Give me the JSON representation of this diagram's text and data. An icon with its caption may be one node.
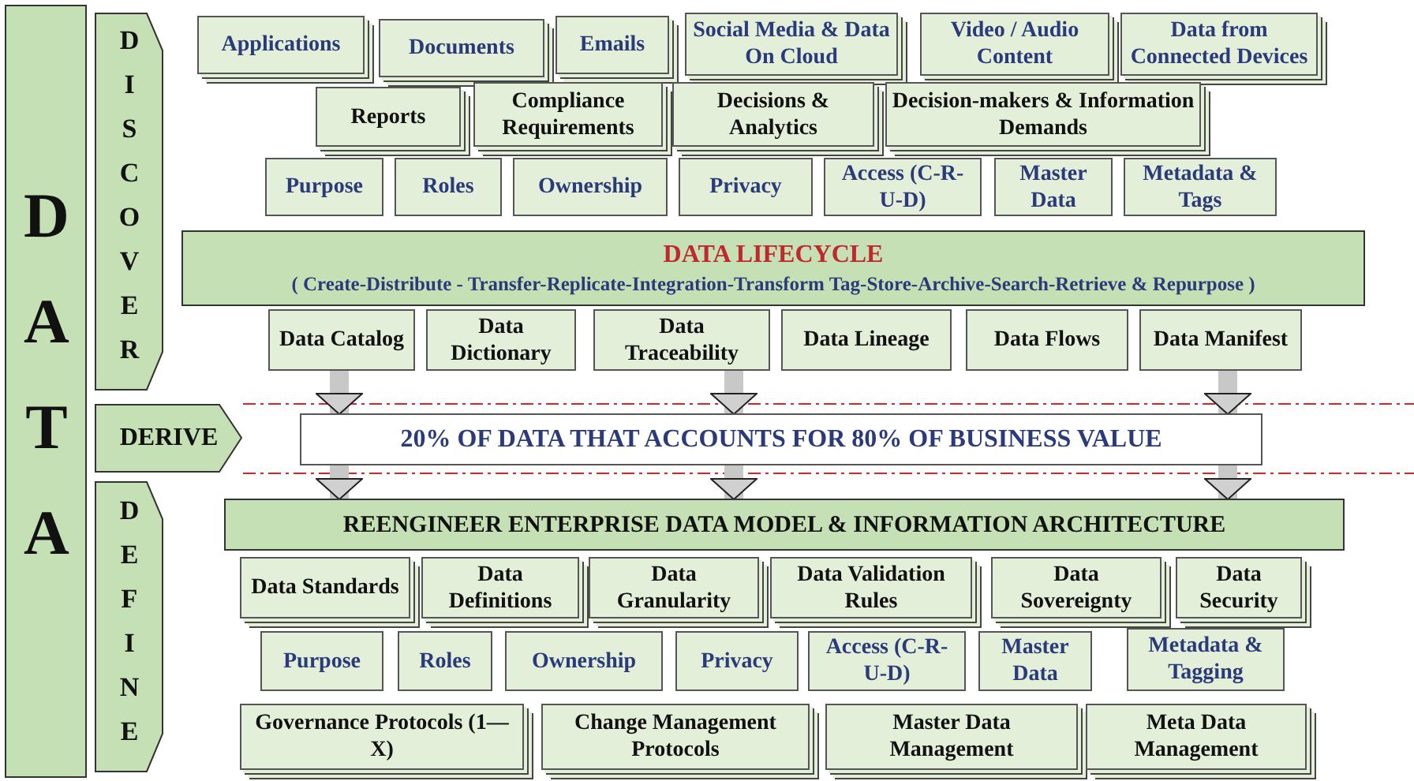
{
  "diagram": {
    "nodes": [
      {
        "text": [
          "DATA"
        ]
      },
      {
        "text": [
          "DISCOVER"
        ]
      },
      {
        "text": [
          "Applications"
        ]
      },
      {
        "text": [
          "Documents"
        ]
      },
      {
        "text": [
          "Emails"
        ]
      },
      {
        "text": [
          "Social Media & Data On Cloud"
        ]
      },
      {
        "text": [
          "Video / Audio Content"
        ]
      },
      {
        "text": [
          "Data from Connected Devices"
        ]
      },
      {
        "text": [
          "Reports"
        ]
      },
      {
        "text": [
          "Compliance Requirements"
        ]
      },
      {
        "text": [
          "Decisions & Analytics"
        ]
      },
      {
        "text": [
          "Decision-makers & Information Demands"
        ]
      },
      {
        "text": [
          "Purpose"
        ]
      },
      {
        "text": [
          "Roles"
        ]
      },
      {
        "text": [
          "Ownership"
        ]
      },
      {
        "text": [
          "Privacy"
        ]
      },
      {
        "text": [
          "Access (C-R-U-D)"
        ]
      },
      {
        "text": [
          "Master Data"
        ]
      },
      {
        "text": [
          "Metadata & Tags"
        ]
      },
      {
        "text": [
          "DATA LIFECYCLE",
          "( Create-Distribute - Transfer-Replicate-Integration-Transform Tag-Store-Archive-Search-Retrieve & Repurpose )"
        ]
      },
      {
        "text": [
          "Data Catalog"
        ]
      },
      {
        "text": [
          "Data Dictionary"
        ]
      },
      {
        "text": [
          "Data Traceability"
        ]
      },
      {
        "text": [
          "Data Lineage"
        ]
      },
      {
        "text": [
          "Data Flows"
        ]
      },
      {
        "text": [
          "Data Manifest"
        ]
      },
      {
        "text": [
          "DERIVE"
        ]
      },
      {
        "text": [
          "20% OF DATA THAT ACCOUNTS FOR 80% OF BUSINESS VALUE"
        ]
      },
      {
        "text": [
          "DEFINE"
        ]
      },
      {
        "text": [
          "REENGINEER ENTERPRISE DATA MODEL & INFORMATION ARCHITECTURE"
        ]
      },
      {
        "text": [
          "Data Standards"
        ]
      },
      {
        "text": [
          "Data Definitions"
        ]
      },
      {
        "text": [
          "Data Granularity"
        ]
      },
      {
        "text": [
          "Data Validation Rules"
        ]
      },
      {
        "text": [
          "Data Sovereignty"
        ]
      },
      {
        "text": [
          "Data Security"
        ]
      },
      {
        "text": [
          "Purpose"
        ]
      },
      {
        "text": [
          "Roles"
        ]
      },
      {
        "text": [
          "Ownership"
        ]
      },
      {
        "text": [
          "Privacy"
        ]
      },
      {
        "text": [
          "Access (C-R-U-D)"
        ]
      },
      {
        "text": [
          "Master Data"
        ]
      },
      {
        "text": [
          "Metadata & Tagging"
        ]
      },
      {
        "text": [
          "Governance Protocols (1—X)"
        ]
      },
      {
        "text": [
          "Change Management Protocols"
        ]
      },
      {
        "text": [
          "Master Data Management"
        ]
      },
      {
        "text": [
          "Meta Data Management"
        ]
      }
    ],
    "edges": [
      {
        "from": 20,
        "to": 27,
        "arrow": "to"
      },
      {
        "from": 22,
        "to": 27,
        "arrow": "to"
      },
      {
        "from": 25,
        "to": 27,
        "arrow": "to"
      },
      {
        "from": 27,
        "to": 29,
        "arrow": "to"
      },
      {
        "from": 27,
        "to": 29,
        "arrow": "to"
      },
      {
        "from": 27,
        "to": 29,
        "arrow": "to"
      }
    ]
  }
}
